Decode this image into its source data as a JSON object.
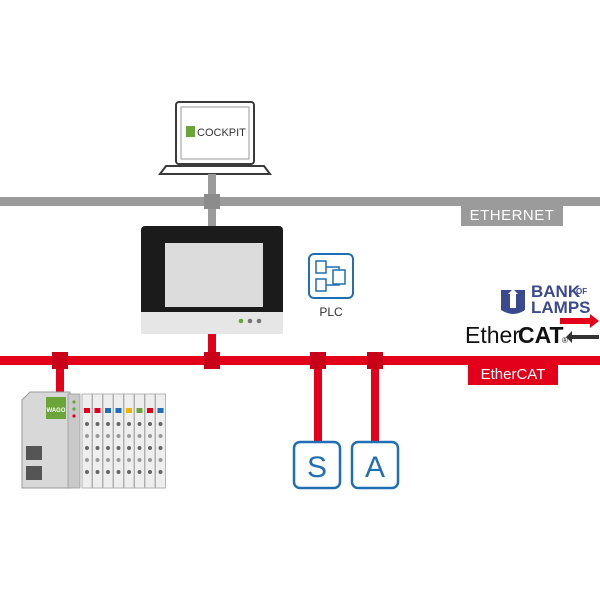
{
  "laptop": {
    "brand_mark": "WAGO",
    "screen_text": "COCKPIT"
  },
  "networks": {
    "ethernet_label": "ETHERNET",
    "ethercat_label": "EtherCAT"
  },
  "plc": {
    "label": "PLC"
  },
  "devices": {
    "sensor": "S",
    "actuator": "A"
  },
  "io_module": {
    "brand": "WAGO"
  },
  "logos": {
    "bank_of_lamps_line1": "BANK",
    "bank_of_lamps_of": "OF",
    "bank_of_lamps_line2": "LAMPS",
    "ethercat_logo_ether": "Ether",
    "ethercat_logo_cat": "CAT",
    "ethercat_registered": "®"
  },
  "colors": {
    "ethernet_bus": "#9b9b9b",
    "ethercat_bus": "#e3001b",
    "device_blue": "#1f6fb2",
    "wago_green": "#6ba539",
    "bank_navy": "#3b4a8f"
  }
}
